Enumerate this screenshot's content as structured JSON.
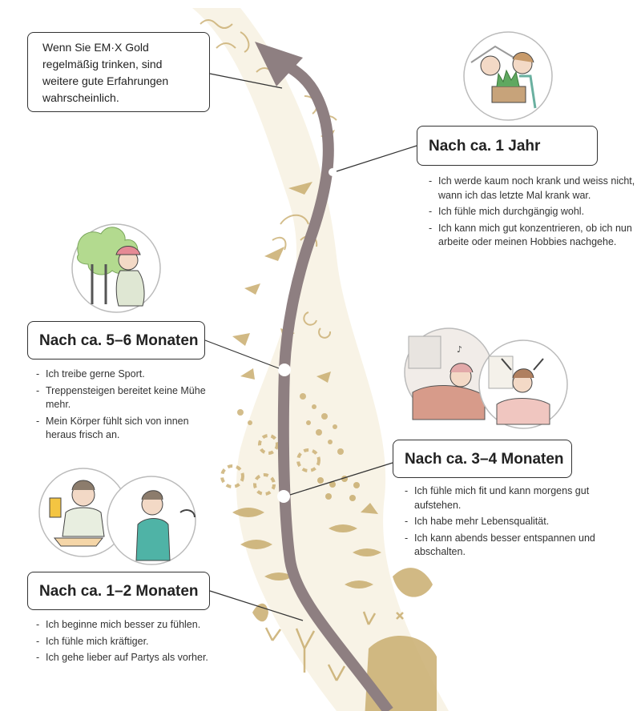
{
  "intro": "Wenn Sie EM·X Gold regelmäßig trinken, sind weitere gute Erfahrungen wahrscheinlich.",
  "colors": {
    "path": "#8e7f81",
    "decor": "#c9ad6f",
    "decor_light": "#e4d4a8",
    "circle_border": "#bbbbbb"
  },
  "stages": [
    {
      "title": "Nach ca. 1 Jahr",
      "illustration": "couple-holding-plant-box-icon",
      "effects": [
        "Ich werde kaum noch krank und weiss nicht, wann ich das letzte Mal krank war.",
        "Ich fühle mich durchgängig wohl.",
        "Ich kann mich gut konzentrieren, ob ich nun arbeite oder meinen Hobbies nachgehe."
      ]
    },
    {
      "title": "Nach ca. 5–6 Monaten",
      "illustration": "hiker-in-forest-icon",
      "effects": [
        "Ich treibe gerne Sport.",
        "Treppensteigen bereitet keine Mühe mehr.",
        "Mein Körper fühlt sich von innen heraus frisch an."
      ]
    },
    {
      "title": "Nach ca. 3–4 Monaten",
      "illustration": "woman-sleeping-and-waking-icon",
      "effects": [
        "Ich fühle mich fit und kann morgens gut aufstehen.",
        "Ich habe mehr Lebensqualität.",
        "Ich kann abends besser entspannen und abschalten."
      ]
    },
    {
      "title": "Nach ca. 1–2 Monaten",
      "illustration": "man-at-party-icon",
      "effects": [
        "Ich beginne mich besser zu fühlen.",
        "Ich fühle mich kräftiger.",
        "Ich gehe lieber auf Partys als vorher."
      ]
    }
  ]
}
